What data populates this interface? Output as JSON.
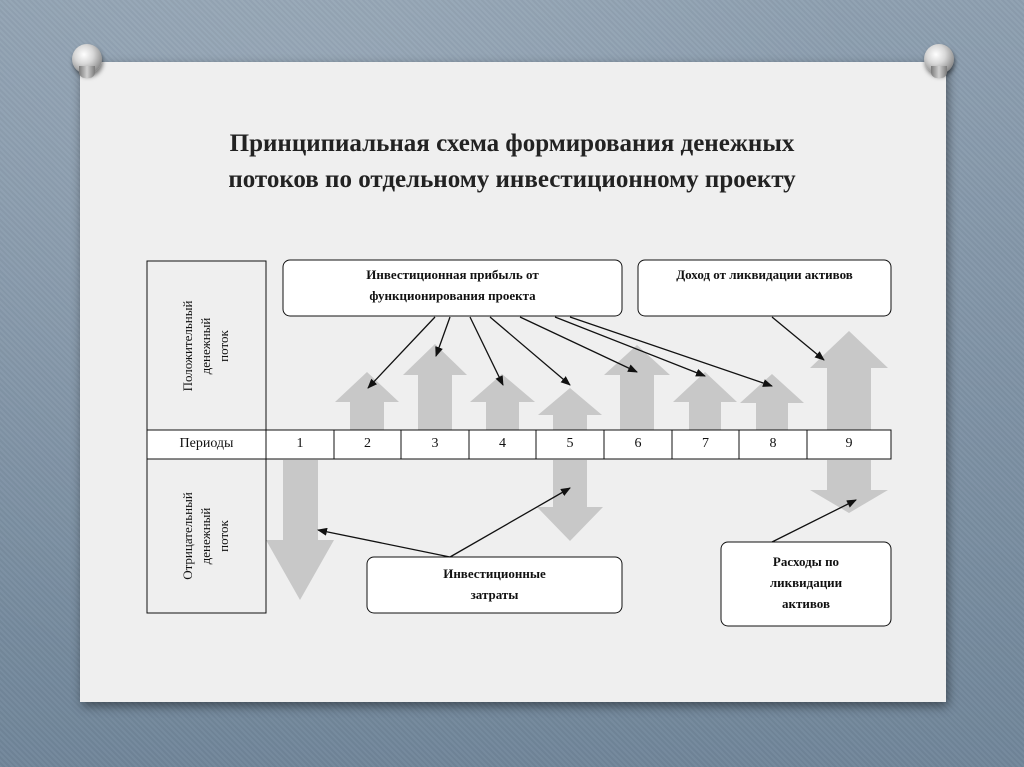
{
  "title": {
    "line1": "Принципиальная схема формирования денежных",
    "line2": "потоков по отдельному инвестиционному проекту"
  },
  "side_labels": {
    "positive": {
      "line1": "Положительный",
      "line2": "денежный",
      "line3": "поток"
    },
    "negative": {
      "line1": "Отрицательный",
      "line2": "денежный",
      "line3": "поток"
    }
  },
  "periods": {
    "label": "Периоды",
    "values": [
      "1",
      "2",
      "3",
      "4",
      "5",
      "6",
      "7",
      "8",
      "9"
    ]
  },
  "boxes": {
    "investment_profit": {
      "line1": "Инвестиционная прибыль от",
      "line2": "функционирования проекта"
    },
    "liquidation_income": {
      "text": "Доход от ликвидации активов"
    },
    "investment_costs": {
      "line1": "Инвестиционные",
      "line2": "затраты"
    },
    "liquidation_costs": {
      "line1": "Расходы по",
      "line2": "ликвидации",
      "line3": "активов"
    }
  },
  "colors": {
    "arrow_fill": "#c8c8c8",
    "line": "#111111",
    "paper": "#efefef",
    "background": "#7d91a2"
  }
}
